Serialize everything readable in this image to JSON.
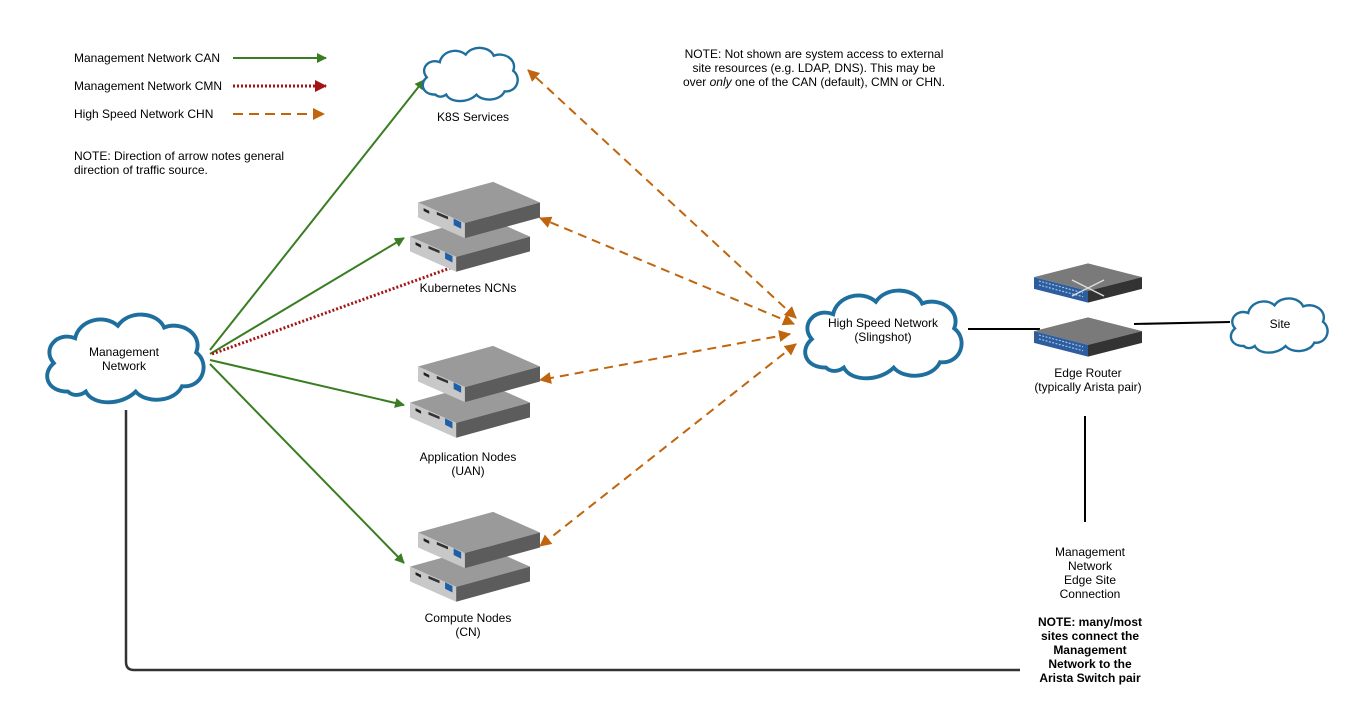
{
  "legend": {
    "items": [
      {
        "label": "Management Network CAN",
        "color": "#3a7d22",
        "style": "solid"
      },
      {
        "label": "Management Network CMN",
        "color": "#a31515",
        "style": "dotted"
      },
      {
        "label": "High Speed Network CHN",
        "color": "#c0640d",
        "style": "dashed"
      }
    ],
    "note_lines": [
      "NOTE:  Direction of arrow notes general",
      "direction of traffic source."
    ]
  },
  "top_note": {
    "line1": "NOTE: Not shown are system access to external",
    "line2": "site resources (e.g. LDAP, DNS).  This may be",
    "line3_prefix": "over ",
    "line3_italic": "only",
    "line3_suffix": " one of the CAN (default), CMN or CHN."
  },
  "nodes": {
    "k8s_services": {
      "label": "K8S Services"
    },
    "kubernetes_ncns": {
      "label": "Kubernetes NCNs"
    },
    "application_nodes": {
      "label1": "Application Nodes",
      "label2": "(UAN)"
    },
    "compute_nodes": {
      "label1": "Compute Nodes",
      "label2": "(CN)"
    },
    "management_network": {
      "label1": "Management",
      "label2": "Network"
    },
    "high_speed_network": {
      "label1": "High Speed Network",
      "label2": "(Slingshot)"
    },
    "edge_router": {
      "label1": "Edge Router",
      "label2": "(typically Arista pair)"
    },
    "site": {
      "label": "Site"
    }
  },
  "edge_note": {
    "lines": [
      "Management",
      "Network",
      "Edge Site",
      "Connection"
    ],
    "bold_lines": [
      "NOTE: many/most",
      "sites connect the",
      "Management",
      "Network to the",
      "Arista Switch pair"
    ]
  },
  "colors": {
    "can": "#3a7d22",
    "cmn": "#a31515",
    "chn": "#c0640d",
    "cloud_stroke": "#1f6f9e",
    "server_body": "#8a8a8a"
  },
  "icons": [
    "cloud-icon",
    "server-stack-icon",
    "router-switch-icon"
  ]
}
